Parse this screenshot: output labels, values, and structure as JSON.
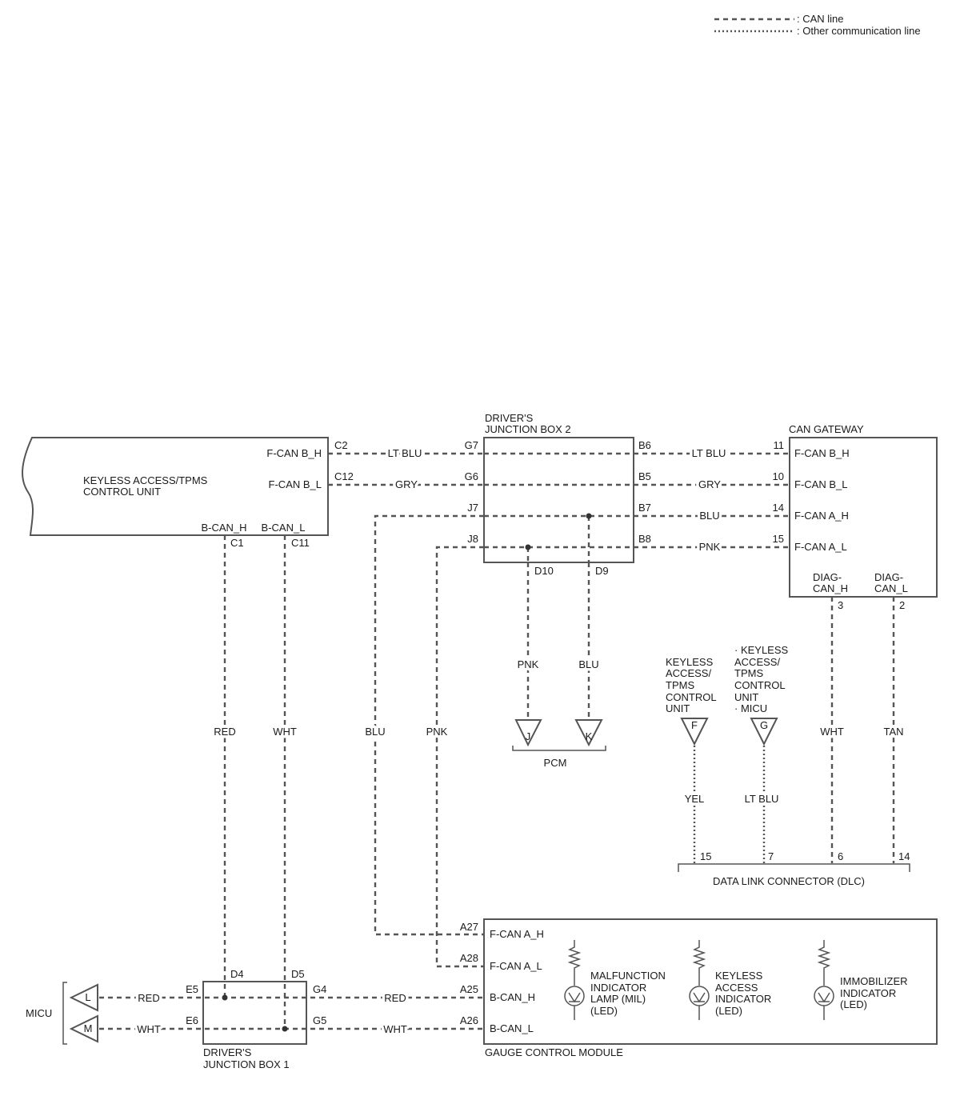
{
  "legend": {
    "can_line": ": CAN line",
    "other_line": ": Other communication line"
  },
  "modules": {
    "keyless": {
      "name1": "KEYLESS ACCESS/TPMS",
      "name2": "CONTROL UNIT",
      "pins": {
        "fcanbh": "F-CAN B_H",
        "fcanbl": "F-CAN B_L",
        "bcanh": "B-CAN_H",
        "bcanl": "B-CAN_L"
      },
      "terminals": {
        "c2": "C2",
        "c12": "C12",
        "c1": "C1",
        "c11": "C11"
      }
    },
    "jb2": {
      "name1": "DRIVER'S",
      "name2": "JUNCTION BOX 2",
      "terminals": {
        "g7": "G7",
        "g6": "G6",
        "j7": "J7",
        "j8": "J8",
        "b6": "B6",
        "b5": "B5",
        "b7": "B7",
        "b8": "B8",
        "d10": "D10",
        "d9": "D9"
      }
    },
    "gateway": {
      "name": "CAN GATEWAY",
      "pins": {
        "fcanbh": "F-CAN B_H",
        "fcanbl": "F-CAN B_L",
        "fcanah": "F-CAN A_H",
        "fcanal": "F-CAN A_L",
        "diagh1": "DIAG-",
        "diagh2": "CAN_H",
        "diagl1": "DIAG-",
        "diagl2": "CAN_L"
      },
      "terminals": {
        "t11": "11",
        "t10": "10",
        "t14": "14",
        "t15": "15",
        "t3": "3",
        "t2": "2"
      }
    },
    "pcm": {
      "name": "PCM",
      "conn_j": "J",
      "conn_k": "K"
    },
    "conn_f": {
      "label_lines": [
        "KEYLESS",
        "ACCESS/",
        "TPMS",
        "CONTROL",
        "UNIT"
      ],
      "letter": "F"
    },
    "conn_g": {
      "label_lines": [
        "· KEYLESS",
        "ACCESS/",
        "TPMS",
        "CONTROL",
        "UNIT",
        "· MICU"
      ],
      "letter": "G"
    },
    "dlc": {
      "name": "DATA LINK CONNECTOR (DLC)",
      "terminals": {
        "t15": "15",
        "t7": "7",
        "t6": "6",
        "t14": "14"
      }
    },
    "gauge": {
      "name": "GAUGE CONTROL MODULE",
      "pins": {
        "fcanah": "F-CAN A_H",
        "fcanal": "F-CAN A_L",
        "bcanh": "B-CAN_H",
        "bcanl": "B-CAN_L"
      },
      "terminals": {
        "a27": "A27",
        "a28": "A28",
        "a25": "A25",
        "a26": "A26"
      },
      "indicators": {
        "mil": [
          "MALFUNCTION",
          "INDICATOR",
          "LAMP (MIL)",
          "(LED)"
        ],
        "keyless": [
          "KEYLESS",
          "ACCESS",
          "INDICATOR",
          "(LED)"
        ],
        "immob": [
          "IMMOBILIZER",
          "INDICATOR",
          "(LED)"
        ]
      }
    },
    "jb1": {
      "name1": "DRIVER'S",
      "name2": "JUNCTION BOX 1",
      "terminals": {
        "d4": "D4",
        "d5": "D5",
        "e5": "E5",
        "e6": "E6",
        "g4": "G4",
        "g5": "G5"
      }
    },
    "micu": {
      "name": "MICU",
      "conn_l": "L",
      "conn_m": "M"
    }
  },
  "wires": {
    "ltblu1": "LT BLU",
    "gry1": "GRY",
    "ltblu2": "LT BLU",
    "gry2": "GRY",
    "blu_b7": "BLU",
    "pnk_b8": "PNK",
    "pnk_d10": "PNK",
    "blu_d9": "BLU",
    "red_c1": "RED",
    "wht_c11": "WHT",
    "blu_j7": "BLU",
    "pnk_j8": "PNK",
    "yel_f": "YEL",
    "ltblu_g": "LT BLU",
    "wht_3": "WHT",
    "tan_2": "TAN",
    "red_l": "RED",
    "wht_m": "WHT",
    "red_g4": "RED",
    "wht_g5": "WHT"
  }
}
